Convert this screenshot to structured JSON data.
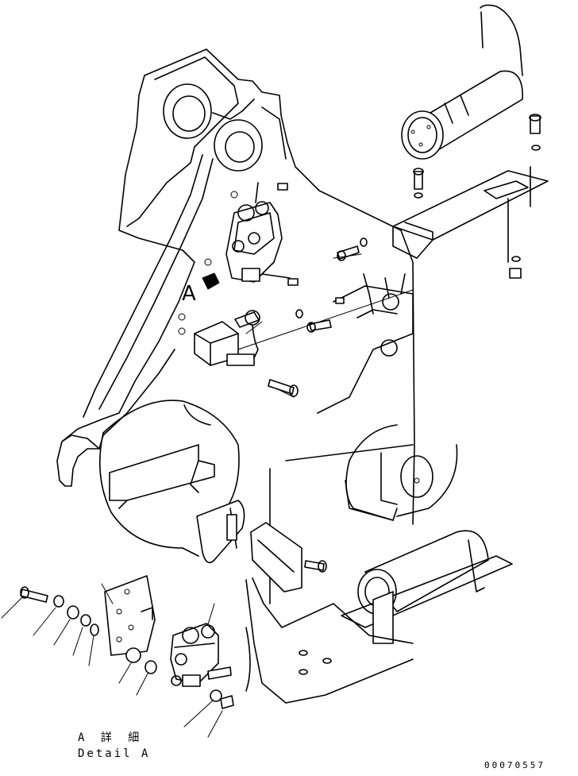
{
  "view_label": "A",
  "detail_label_jp": "A 詳 細",
  "detail_label_en": "Detail A",
  "drawing_number": "00070557"
}
